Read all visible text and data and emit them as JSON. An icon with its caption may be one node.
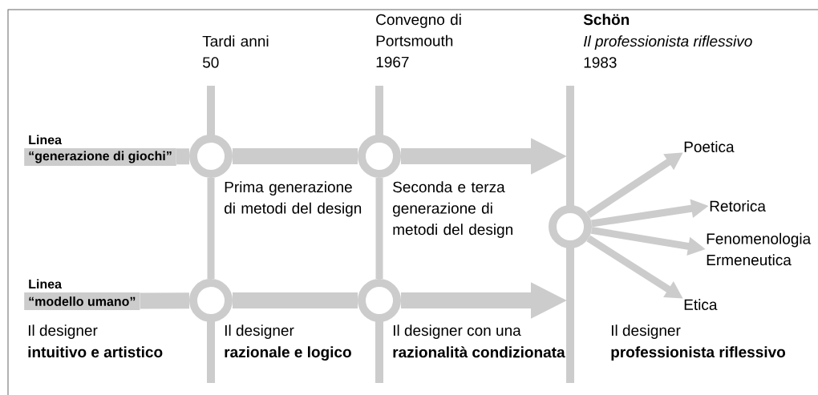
{
  "diagram": {
    "nodes": [
      {
        "text": [
          "Linea",
          "“generazione di giochi”"
        ]
      },
      {
        "text": [],
        "shape": "circle"
      },
      {
        "text": [],
        "shape": "circle"
      },
      {
        "text": [
          "Poetica"
        ]
      },
      {
        "text": [
          "Retorica"
        ]
      },
      {
        "text": [],
        "shape": "circle"
      },
      {
        "text": [
          "Fenomenologia Ermeneutica"
        ]
      },
      {
        "text": [
          "Linea",
          "“modello umano”"
        ]
      },
      {
        "text": [],
        "shape": "circle"
      },
      {
        "text": [],
        "shape": "circle"
      },
      {
        "text": [
          "Etica"
        ]
      }
    ],
    "edges": [
      {
        "from": 0,
        "to": 1,
        "arrow": "none",
        "style": "thick"
      },
      {
        "from": 1,
        "to": 2,
        "arrow": "none",
        "style": "thick"
      },
      {
        "from": 2,
        "to": null,
        "arrow": "to",
        "style": "thick"
      },
      {
        "from": 7,
        "to": 8,
        "arrow": "none",
        "style": "thick"
      },
      {
        "from": 8,
        "to": 9,
        "arrow": "none",
        "style": "thick"
      },
      {
        "from": 9,
        "to": null,
        "arrow": "to",
        "style": "thick"
      },
      {
        "from": 1,
        "to": 8,
        "arrow": "none"
      },
      {
        "from": 2,
        "to": 9,
        "arrow": "none"
      },
      {
        "from": 5,
        "to": 3,
        "arrow": "to"
      },
      {
        "from": 5,
        "to": 4,
        "arrow": "to"
      },
      {
        "from": 5,
        "to": 6,
        "arrow": "to"
      },
      {
        "from": 5,
        "to": 10,
        "arrow": "to"
      }
    ],
    "labels": [
      "Tardi anni 50",
      "Convegno di Portsmouth 1967",
      "Schön",
      "Il professionista riflessivo",
      "1983",
      "Prima generazione di metodi del design",
      "Seconda e terza generazione di metodi del design",
      "Il designer",
      "intuitivo e artistico",
      "Il designer",
      "razionale e logico",
      "Il designer con una",
      "razionalità condizionata",
      "Il designer",
      "professionista riflessivo"
    ]
  }
}
